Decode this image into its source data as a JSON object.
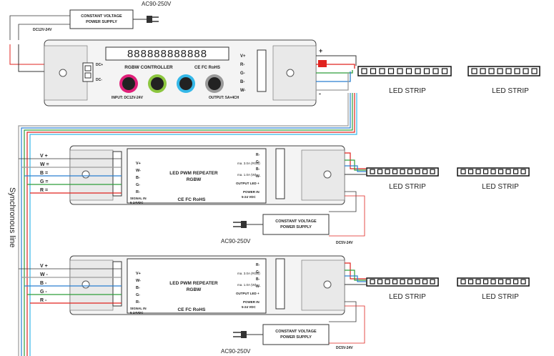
{
  "top": {
    "mains_label": "AC90-250V",
    "psu_line1": "CONSTANT VOLTAGE",
    "psu_line2": "POWER SUPPLY",
    "dc_label": "DC12V-24V",
    "dc_plus": "DC+",
    "dc_minus": "DC-"
  },
  "controller": {
    "title": "RGBW CONTROLLER",
    "cert": "CE FC RoHS",
    "input": "INPUT: DC12V-24V",
    "output": "OUTPUT: 5A×4CH",
    "outputs": [
      "V+",
      "R-",
      "G-",
      "B-",
      "W-"
    ],
    "display": "888888888888"
  },
  "strip_label": "LED STRIP",
  "plus_sign": "+",
  "minus_sign": "-",
  "sync_label": "Synchronous line",
  "bus": {
    "v": "V +",
    "w": "W =",
    "b": "B =",
    "g": "G =",
    "r": "R ="
  },
  "bus2": {
    "w": "W -",
    "b": "B -",
    "g": "G -",
    "r": "R -"
  },
  "repeater": {
    "title_line1": "LED PWM REPEATER",
    "title_line2": "RGBW",
    "cert": "CE FC RoHS",
    "inputs": [
      "V+",
      "W-",
      "B-",
      "G-",
      "R-"
    ],
    "signal_in": "SIGNAL IN",
    "signal_volt": "5-24VDC",
    "outputs": [
      "R-",
      "G-",
      "B-",
      "W-"
    ],
    "output_led": "OUTPUT LED +",
    "max_rgb": "ma. 3.0A (RGB)",
    "max_w": "ma. 1.0A (W)",
    "power_in": "POWER IN",
    "power_volt": "5-24 VDC",
    "psu_line1": "CONSTANT VOLTAGE",
    "psu_line2": "POWER SUPPLY",
    "dc_label": "DC5V-24V",
    "mains_label": "AC90-250V"
  },
  "colors": {
    "red": "#e0231f",
    "green": "#2e9e3a",
    "blue": "#2a7fd0",
    "cyan": "#35b8e8",
    "magenta": "#e0207a",
    "lime": "#8cc63f",
    "grey": "#9a9a9a"
  }
}
